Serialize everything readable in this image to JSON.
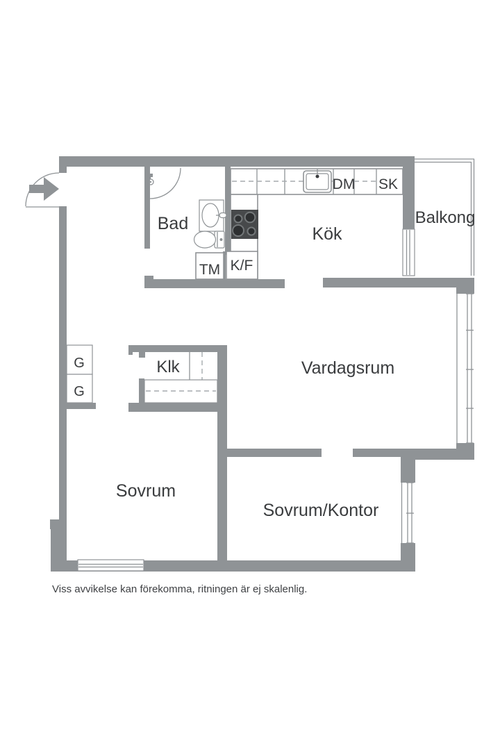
{
  "plan": {
    "rooms": {
      "bathroom": "Bad",
      "kitchen": "Kök",
      "balcony": "Balkong",
      "living_room": "Vardagsrum",
      "bedroom": "Sovrum",
      "bedroom_office": "Sovrum/Kontor",
      "closet": "Klk"
    },
    "units": {
      "washing_machine": "TM",
      "fridge_freezer": "K/F",
      "dishwasher": "DM",
      "tall_cabinet": "SK",
      "wardrobe_1": "G",
      "wardrobe_2": "G"
    },
    "footnote": "Viss avvikelse kan förekomma, ritningen är ej skalenlig.",
    "colors": {
      "wall": "#8f9396",
      "stove": "#47494b",
      "burner": "#2d2f31",
      "text": "#3a3c3e"
    }
  }
}
